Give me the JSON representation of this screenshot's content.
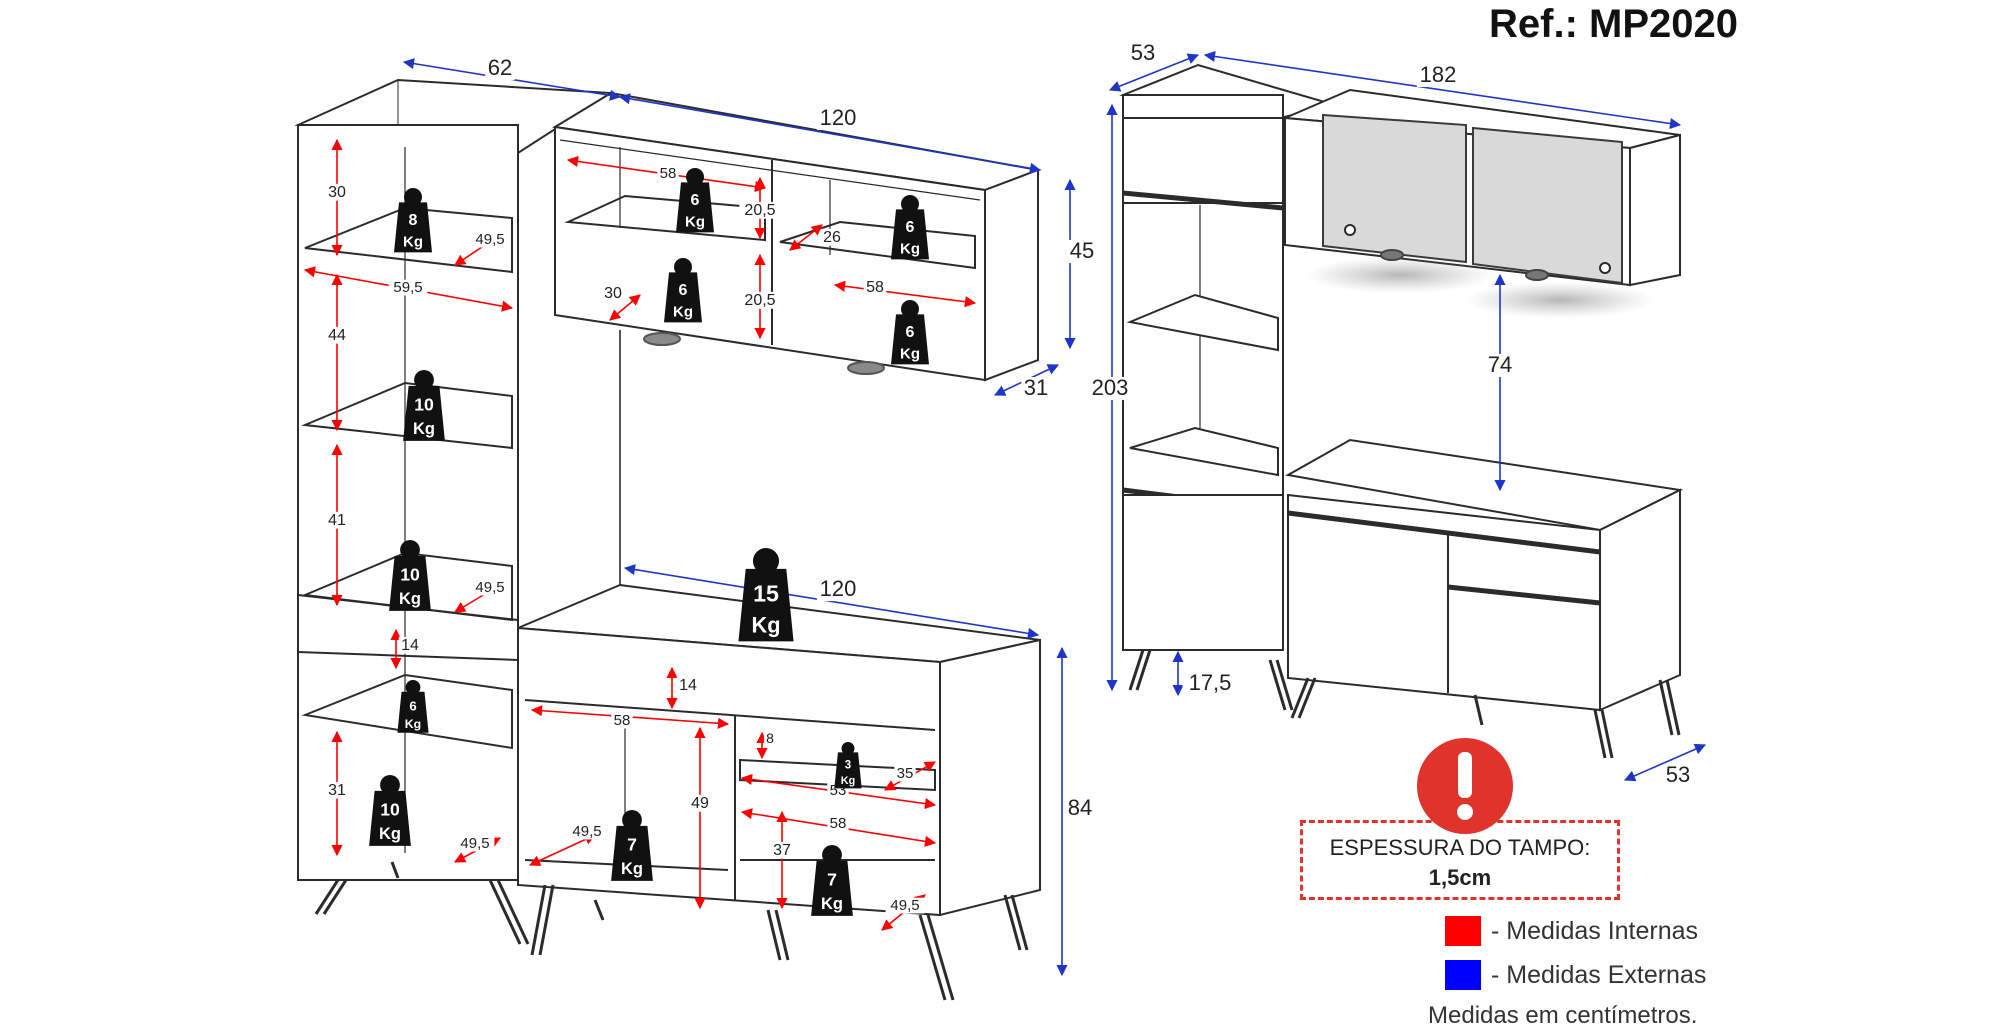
{
  "ref": "Ref.: MP2020",
  "notice": {
    "label": "ESPESSURA DO TAMPO:",
    "value": "1,5cm"
  },
  "legend": {
    "internal": "- Medidas Internas",
    "external": "- Medidas Externas",
    "internal_color": "#ff0000",
    "external_color": "#0000ff"
  },
  "footnote": "Medidas em centímetros.",
  "colors": {
    "internal": "#ff0000",
    "external": "#1f35c8",
    "warning": "#e0332b",
    "line": "#2b2b2b"
  },
  "weights": {
    "w8": [
      "8",
      "Kg"
    ],
    "w10a": [
      "10",
      "Kg"
    ],
    "w10b": [
      "10",
      "Kg"
    ],
    "w6s": [
      "6",
      "Kg"
    ],
    "w10c": [
      "10",
      "Kg"
    ],
    "w6a": [
      "6",
      "Kg"
    ],
    "w6b": [
      "6",
      "Kg"
    ],
    "w6c": [
      "6",
      "Kg"
    ],
    "w6d": [
      "6",
      "Kg"
    ],
    "w15": [
      "15",
      "Kg"
    ],
    "w7a": [
      "7",
      "Kg"
    ],
    "w7b": [
      "7",
      "Kg"
    ],
    "w3": [
      "3",
      "Kg"
    ]
  },
  "dims": {
    "top_depth": "62",
    "top_width": "120",
    "shelf_58a": "58",
    "h_20_5a": "20,5",
    "h_20_5b": "20,5",
    "d_26": "26",
    "d_30_upper": "30",
    "w_58b": "58",
    "h_45": "45",
    "d_31": "31",
    "h_30": "30",
    "d_49_5a": "49,5",
    "w_59_5": "59,5",
    "h_44": "44",
    "h_41": "41",
    "d_49_5b": "49,5",
    "h_14a": "14",
    "h_31": "31",
    "d_49_5c": "49,5",
    "base_width": "120",
    "h_14b": "14",
    "w_58c": "58",
    "h_8": "8",
    "d_35": "35",
    "w_53": "53",
    "w_58d": "58",
    "h_49": "49",
    "h_37": "37",
    "d_49_5d": "49,5",
    "d_49_5e": "49,5",
    "h_84": "84",
    "r_depth_53": "53",
    "r_width_182": "182",
    "r_height_203": "203",
    "r_gap_74": "74",
    "r_leg_17_5": "17,5",
    "r_base_depth_53": "53"
  }
}
